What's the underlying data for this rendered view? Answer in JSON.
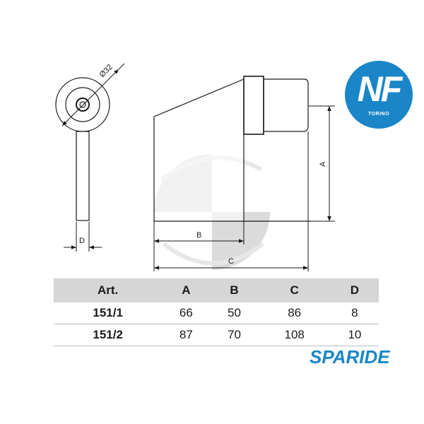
{
  "drawing": {
    "diameter_label": "Ø32",
    "dim_labels": {
      "a": "A",
      "b": "B",
      "c": "C",
      "d": "D"
    }
  },
  "table": {
    "headers": [
      "Art.",
      "A",
      "B",
      "C",
      "D"
    ],
    "rows": [
      [
        "151/1",
        "66",
        "50",
        "86",
        "8"
      ],
      [
        "151/2",
        "87",
        "70",
        "108",
        "10"
      ]
    ]
  },
  "logos": {
    "nf_text": "NF",
    "nf_sub": "TORINO",
    "paride_text": "PARIDE"
  },
  "colors": {
    "brand_blue": "#1a86c8",
    "header_gray": "#d6d6d6",
    "line": "#1a1a1a"
  }
}
